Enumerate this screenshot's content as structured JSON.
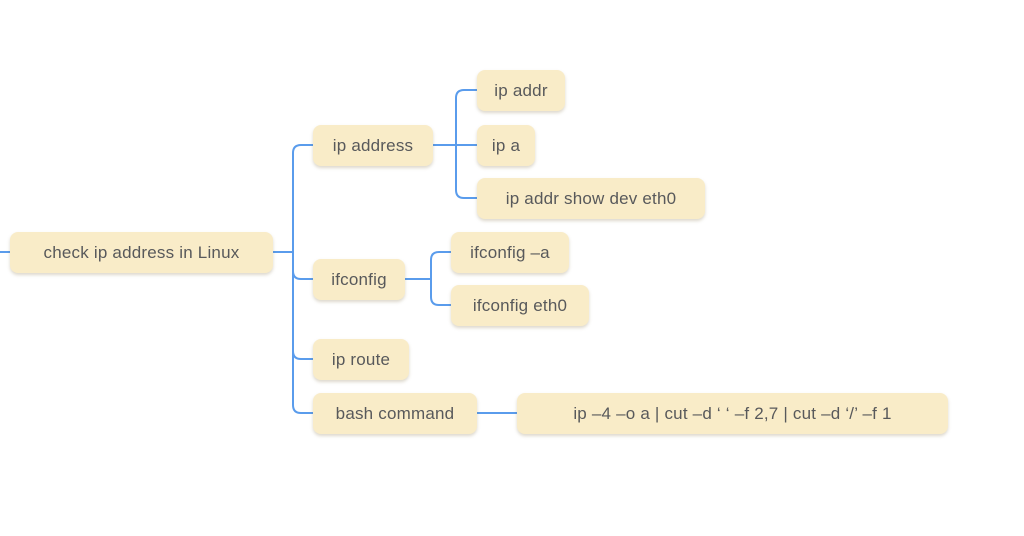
{
  "colors": {
    "line": "#5A9CEC",
    "node_fill": "#F9ECC8",
    "node_text": "#58595B"
  },
  "root": {
    "label": "check ip address in Linux"
  },
  "branches": [
    {
      "label": "ip address",
      "children": [
        {
          "label": "ip addr"
        },
        {
          "label": "ip a"
        },
        {
          "label": "ip addr show dev eth0"
        }
      ]
    },
    {
      "label": "ifconfig",
      "children": [
        {
          "label": "ifconfig –a"
        },
        {
          "label": "ifconfig eth0"
        }
      ]
    },
    {
      "label": "ip route",
      "children": []
    },
    {
      "label": "bash command",
      "children": [
        {
          "label": "ip –4 –o a | cut –d ‘ ‘ –f 2,7 | cut –d ‘/’ –f 1"
        }
      ]
    }
  ]
}
